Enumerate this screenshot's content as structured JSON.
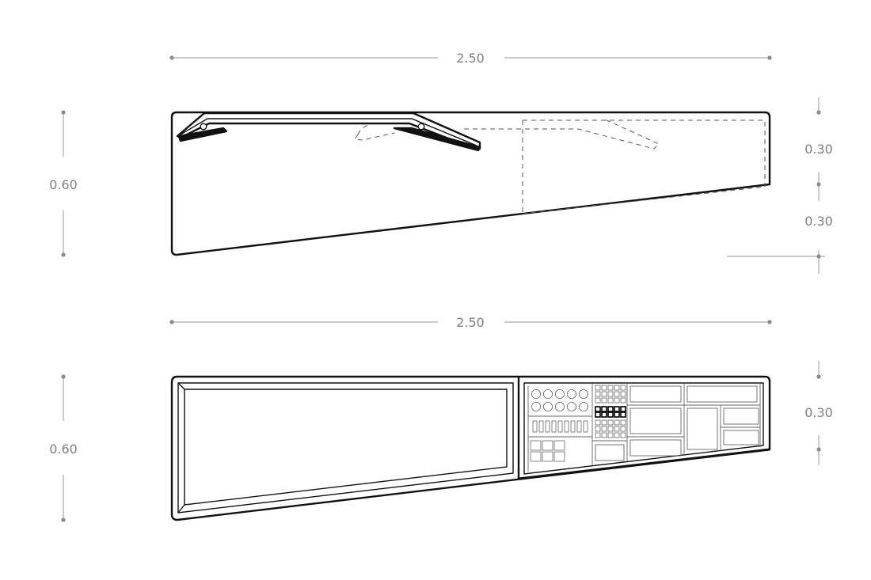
{
  "drawing": {
    "elevation": {
      "width_label": "2.50",
      "height_label": "0.60",
      "upper_right_label": "0.30",
      "lower_right_label": "0.30"
    },
    "plan": {
      "width_label": "2.50",
      "height_label": "0.60",
      "right_label": "0.30"
    }
  }
}
